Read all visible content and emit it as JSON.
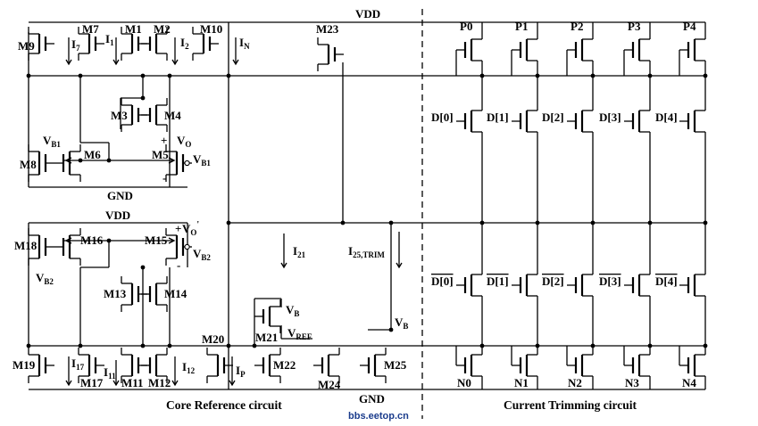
{
  "supply": {
    "vdd_top": "VDD",
    "vdd_lower": "VDD",
    "gnd_upper": "GND",
    "gnd_bottom": "GND"
  },
  "core": {
    "transistors": {
      "M9": "M9",
      "M7": "M7",
      "M1": "M1",
      "M2": "M2",
      "M10": "M10",
      "M23": "M23",
      "M3": "M3",
      "M4": "M4",
      "M8": "M8",
      "M6": "M6",
      "M5": "M5",
      "M18": "M18",
      "M16": "M16",
      "M15": "M15",
      "M13": "M13",
      "M14": "M14",
      "M19": "M19",
      "M17": "M17",
      "M11": "M11",
      "M12": "M12",
      "M20": "M20",
      "M21": "M21",
      "M22": "M22",
      "M24": "M24",
      "M25": "M25"
    },
    "currents": {
      "I7": "I",
      "I7_sub": "7",
      "I1": "I",
      "I1_sub": "1",
      "I2": "I",
      "I2_sub": "2",
      "IN": "I",
      "IN_sub": "N",
      "I21": "I",
      "I21_sub": "21",
      "I25": "I",
      "I25_sub": "25,TRIM",
      "I17": "I",
      "I17_sub": "17",
      "I11": "I",
      "I11_sub": "11",
      "I12": "I",
      "I12_sub": "12",
      "IP": "I",
      "IP_sub": "P"
    },
    "nodes": {
      "VB1_a": "V",
      "VB1_a_sub": "B1",
      "VB1_b": "V",
      "VB1_b_sub": "B1",
      "VB2_a": "V",
      "VB2_a_sub": "B2",
      "VB2_b": "V",
      "VB2_b_sub": "B2",
      "VO": "V",
      "VO_sub": "O",
      "VOp": "V",
      "VOp_sub": "O",
      "VOp_prime": "'",
      "VB_a": "V",
      "VB_a_sub": "B",
      "VB_b": "V",
      "VB_b_sub": "B",
      "VREF": "V",
      "VREF_sub": "REF",
      "plus": "+",
      "minus": "-"
    }
  },
  "trimming": {
    "p_switches": [
      "P0",
      "P1",
      "P2",
      "P3",
      "P4"
    ],
    "d_bits": [
      "D[0]",
      "D[1]",
      "D[2]",
      "D[3]",
      "D[4]"
    ],
    "d_bar_bits": [
      "D[0]",
      "D[1]",
      "D[2]",
      "D[3]",
      "D[4]"
    ],
    "n_switches": [
      "N0",
      "N1",
      "N2",
      "N3",
      "N4"
    ]
  },
  "captions": {
    "core": "Core Reference circuit",
    "trim": "Current Trimming circuit",
    "watermark": "bbs.eetop.cn"
  }
}
